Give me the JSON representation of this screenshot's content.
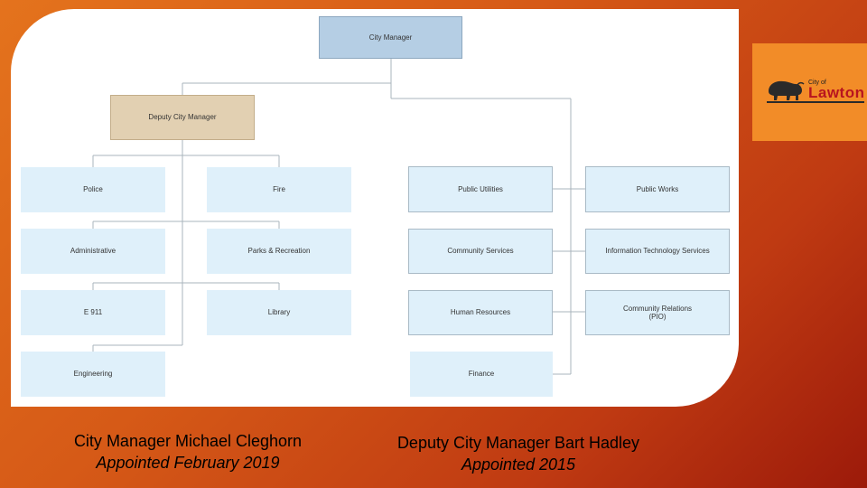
{
  "org_chart": {
    "top": "City Manager",
    "deputy": "Deputy City Manager",
    "deputy_left_column": [
      "Police",
      "Administrative",
      "E 911",
      "Engineering"
    ],
    "deputy_right_column": [
      "Fire",
      "Parks & Recreation",
      "Library"
    ],
    "manager_left_column": [
      "Public Utilities",
      "Community Services",
      "Human Resources",
      "Finance"
    ],
    "manager_right_column": [
      "Public Works",
      "Information Technology Services",
      "Community Relations\n(PIO)"
    ]
  },
  "logo": {
    "small_text": "City of",
    "big_text": "Lawton"
  },
  "captions": {
    "left": {
      "name": "City Manager Michael Cleghorn",
      "subtitle": "Appointed February 2019"
    },
    "right": {
      "name": "Deputy City Manager Bart Hadley",
      "subtitle": "Appointed 2015"
    }
  },
  "colors": {
    "top_box": "#b5cee4",
    "deputy_box": "#e2d0b2",
    "department_box": "#dff0fa",
    "logo_background": "#f28c28",
    "logo_text": "#b8141f"
  }
}
